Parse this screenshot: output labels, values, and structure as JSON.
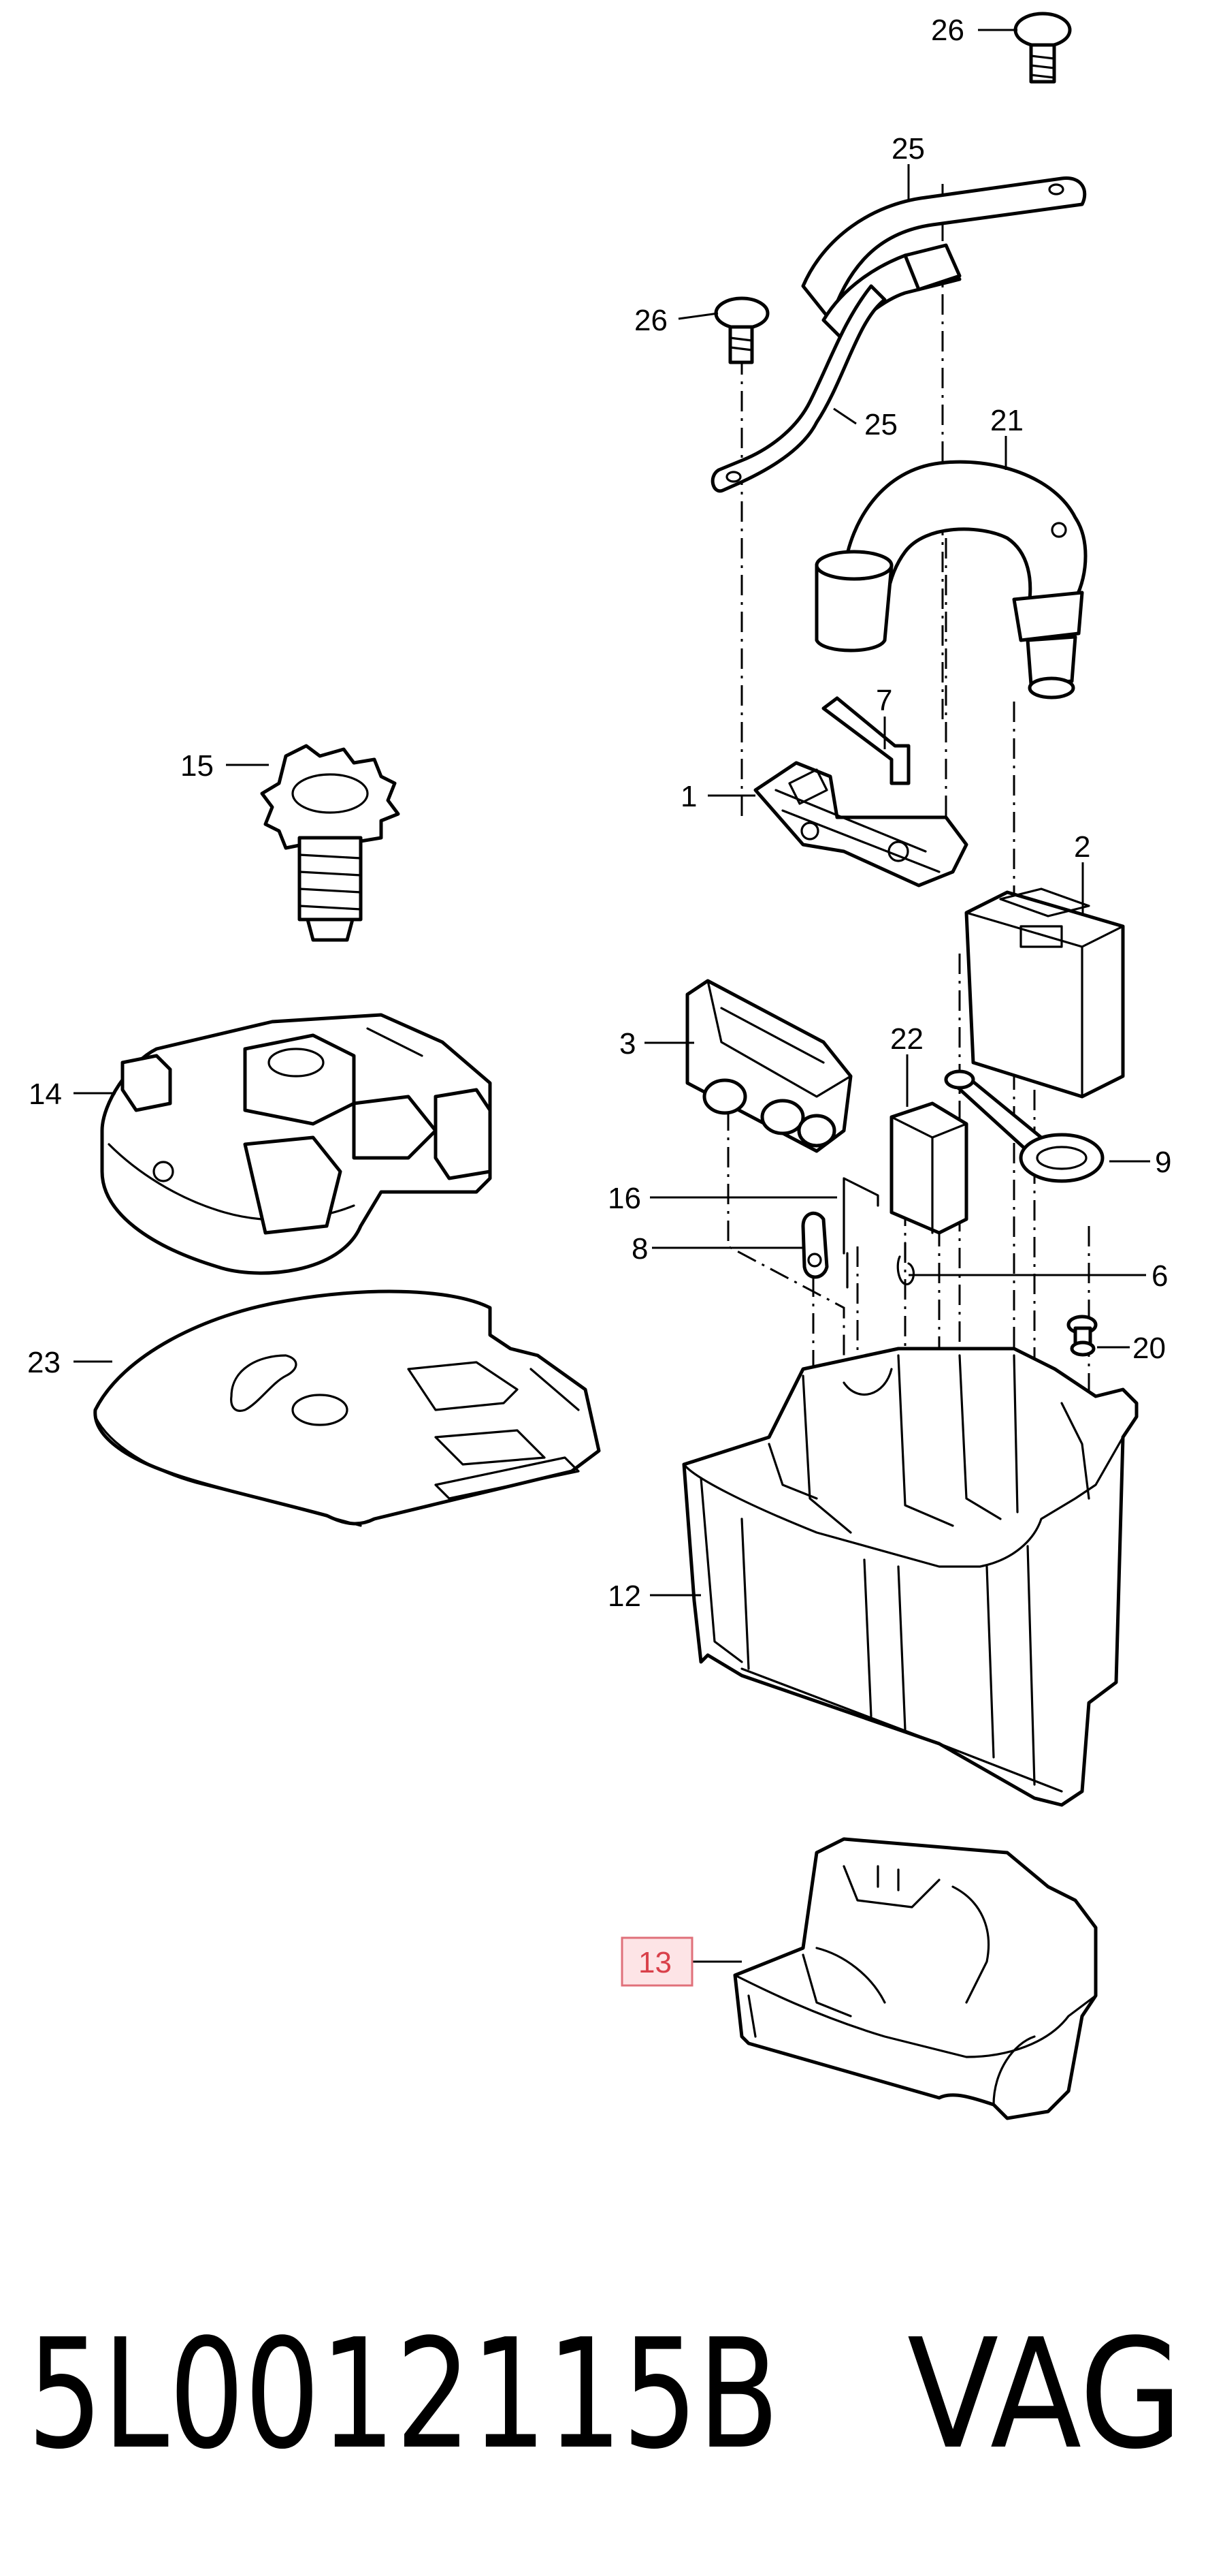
{
  "callouts": [
    {
      "id": "26a",
      "text": "26"
    },
    {
      "id": "25a",
      "text": "25"
    },
    {
      "id": "26b",
      "text": "26"
    },
    {
      "id": "25b",
      "text": "25"
    },
    {
      "id": "21",
      "text": "21"
    },
    {
      "id": "7",
      "text": "7"
    },
    {
      "id": "15",
      "text": "15"
    },
    {
      "id": "1",
      "text": "1"
    },
    {
      "id": "2",
      "text": "2"
    },
    {
      "id": "3",
      "text": "3"
    },
    {
      "id": "22",
      "text": "22"
    },
    {
      "id": "14",
      "text": "14"
    },
    {
      "id": "9",
      "text": "9"
    },
    {
      "id": "16",
      "text": "16"
    },
    {
      "id": "8",
      "text": "8"
    },
    {
      "id": "6",
      "text": "6"
    },
    {
      "id": "20",
      "text": "20"
    },
    {
      "id": "23",
      "text": "23"
    },
    {
      "id": "12",
      "text": "12"
    },
    {
      "id": "13",
      "text": "13",
      "highlighted": true
    }
  ],
  "caption": {
    "part_number": "5L0012115B",
    "brand": "VAG"
  },
  "colors": {
    "highlight_border": "#e0707a",
    "highlight_fill": "#fde4e6",
    "highlight_text": "#d9404a",
    "line": "#000000"
  }
}
